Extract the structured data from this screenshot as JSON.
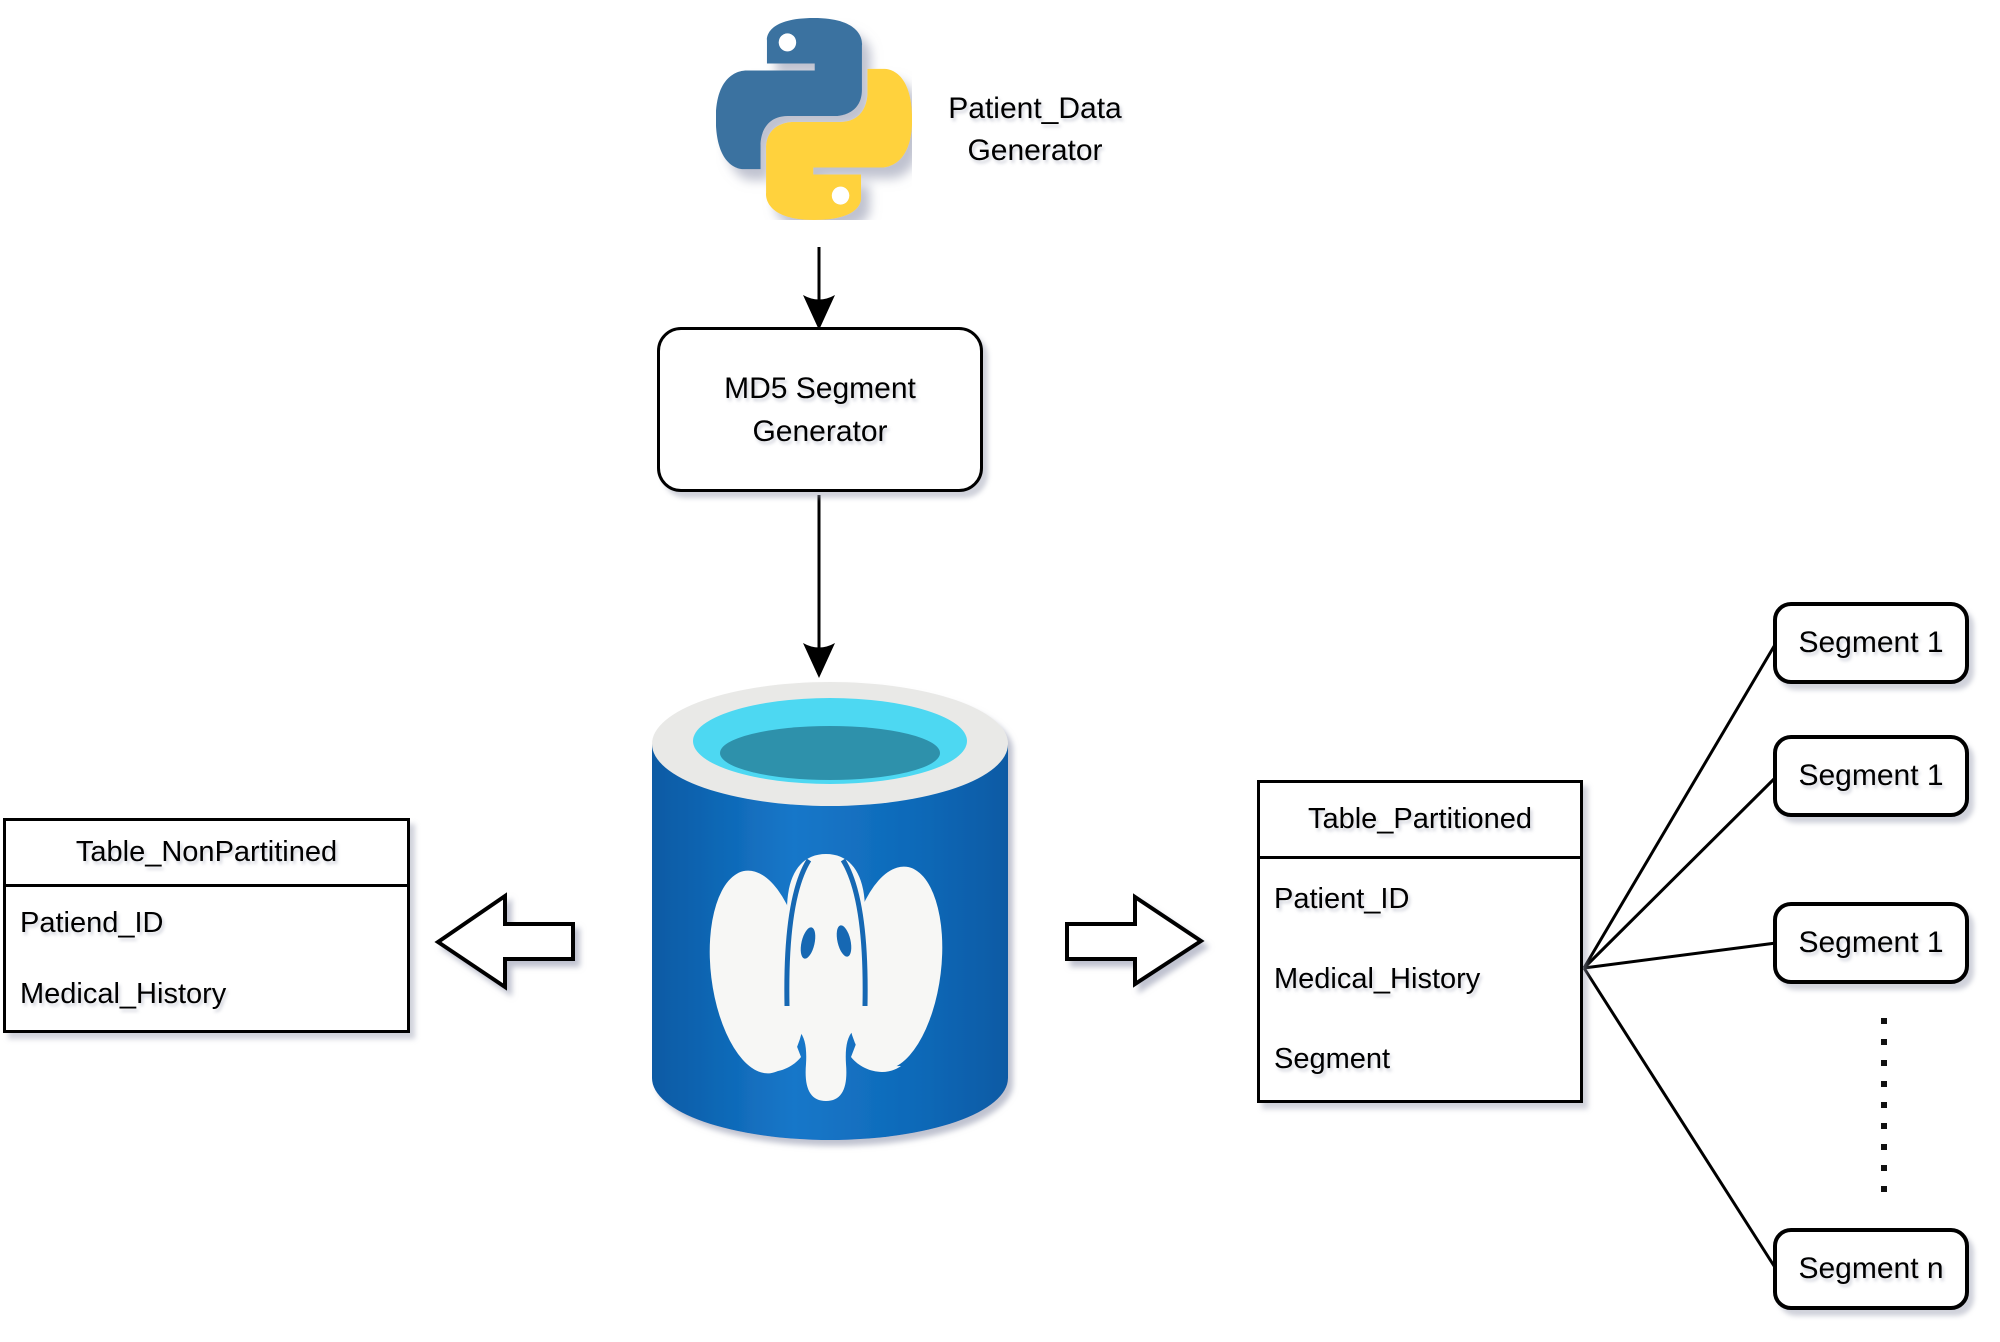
{
  "python_label": {
    "line1": "Patient_Data",
    "line2": "Generator"
  },
  "md5_box": {
    "line1": "MD5 Segment",
    "line2": "Generator"
  },
  "left_table": {
    "title": "Table_NonPartitined",
    "rows": [
      "Patiend_ID",
      "Medical_History"
    ]
  },
  "right_table": {
    "title": "Table_Partitioned",
    "rows": [
      "Patient_ID",
      "Medical_History",
      "Segment"
    ]
  },
  "segments": [
    {
      "label": "Segment 1"
    },
    {
      "label": "Segment 1"
    },
    {
      "label": "Segment 1"
    },
    {
      "label": "Segment n"
    }
  ],
  "icons": {
    "python": "python-logo",
    "database": "postgresql-database",
    "left_arrow": "block-arrow-left",
    "right_arrow": "block-arrow-right",
    "ellipsis": "vertical-dotted-ellipsis"
  },
  "colors": {
    "python_blue": "#3A72A0",
    "python_yellow": "#FFD23E",
    "db_body_dark": "#0B5AA4",
    "db_body_light": "#1577C9",
    "db_rim": "#E9E9E7",
    "db_water_light": "#4DD8F2",
    "db_water_dark": "#2F91AB",
    "elephant_white": "#F7F7F5",
    "elephant_detail": "#1268B3",
    "stroke": "#000000",
    "box_fill": "#FFFFFF"
  }
}
